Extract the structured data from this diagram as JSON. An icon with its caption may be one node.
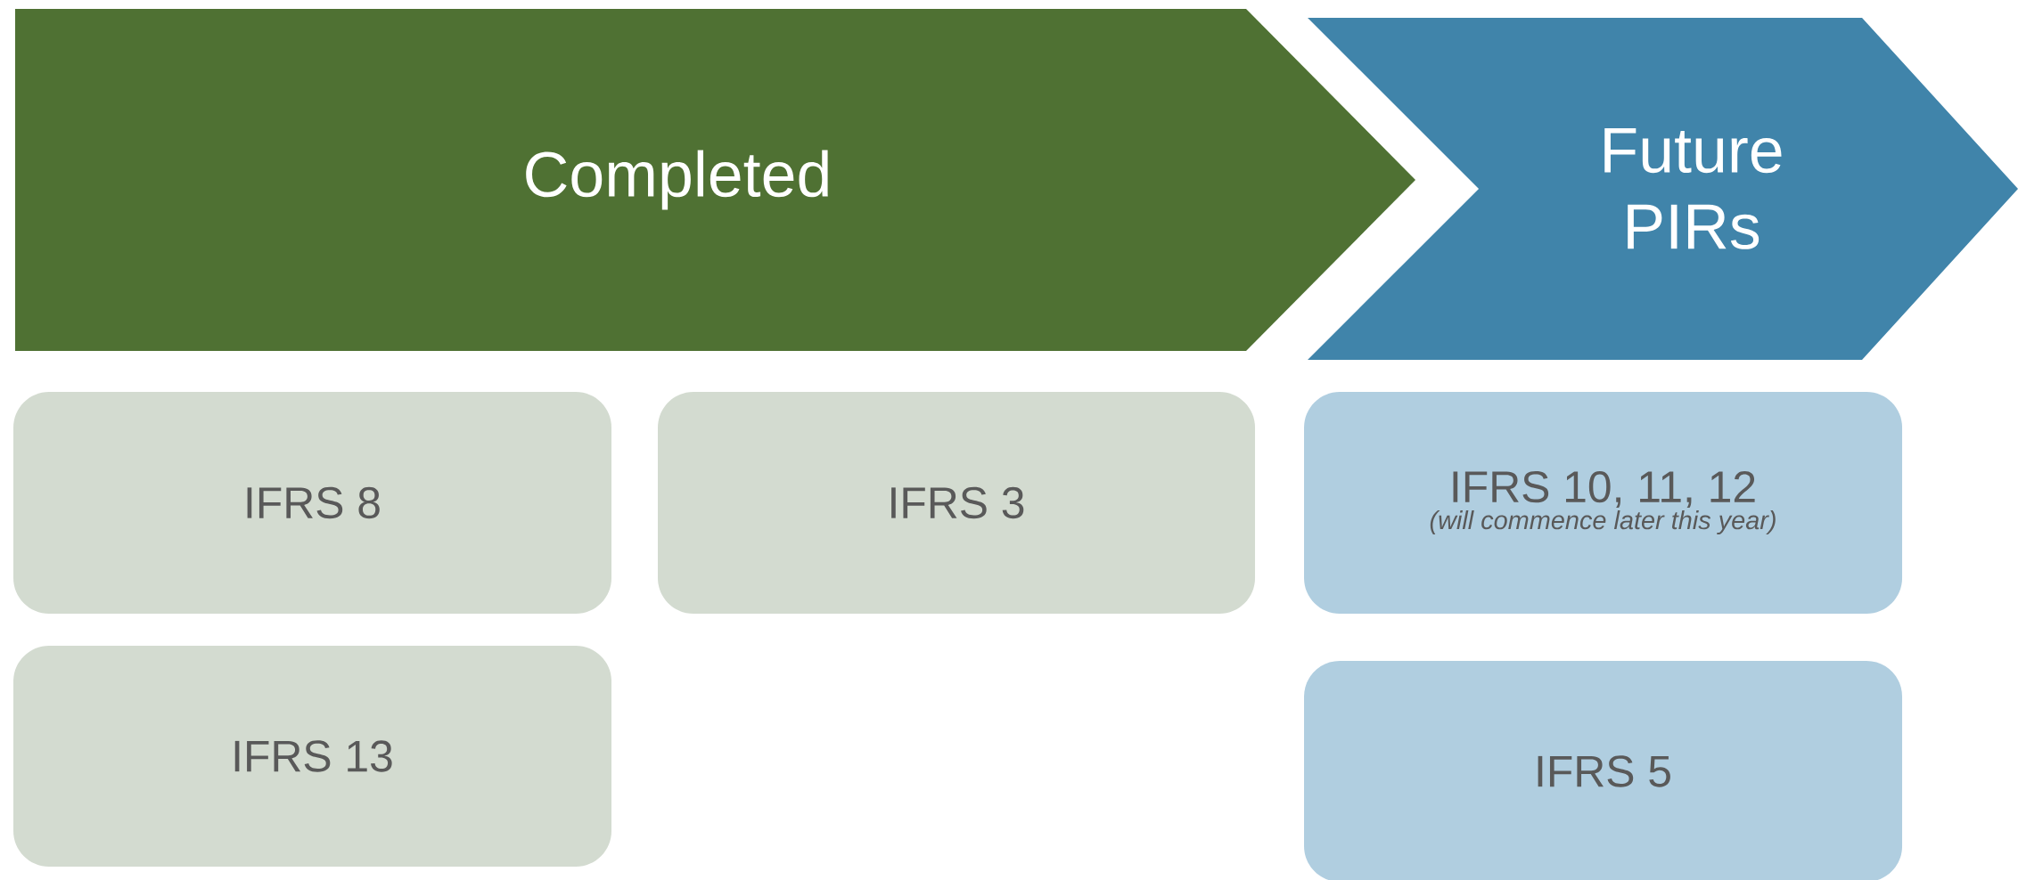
{
  "diagram": {
    "nodes": [
      {
        "text": [
          "Completed"
        ]
      },
      {
        "text": [
          "Future PIRs"
        ]
      },
      {
        "text": [
          "IFRS 8"
        ]
      },
      {
        "text": [
          "IFRS 3"
        ]
      },
      {
        "text": [
          "IFRS 10, 11, 12",
          "(will commence later this year)"
        ]
      },
      {
        "text": [
          "IFRS 13"
        ]
      },
      {
        "text": [
          "IFRS 5"
        ]
      }
    ]
  }
}
